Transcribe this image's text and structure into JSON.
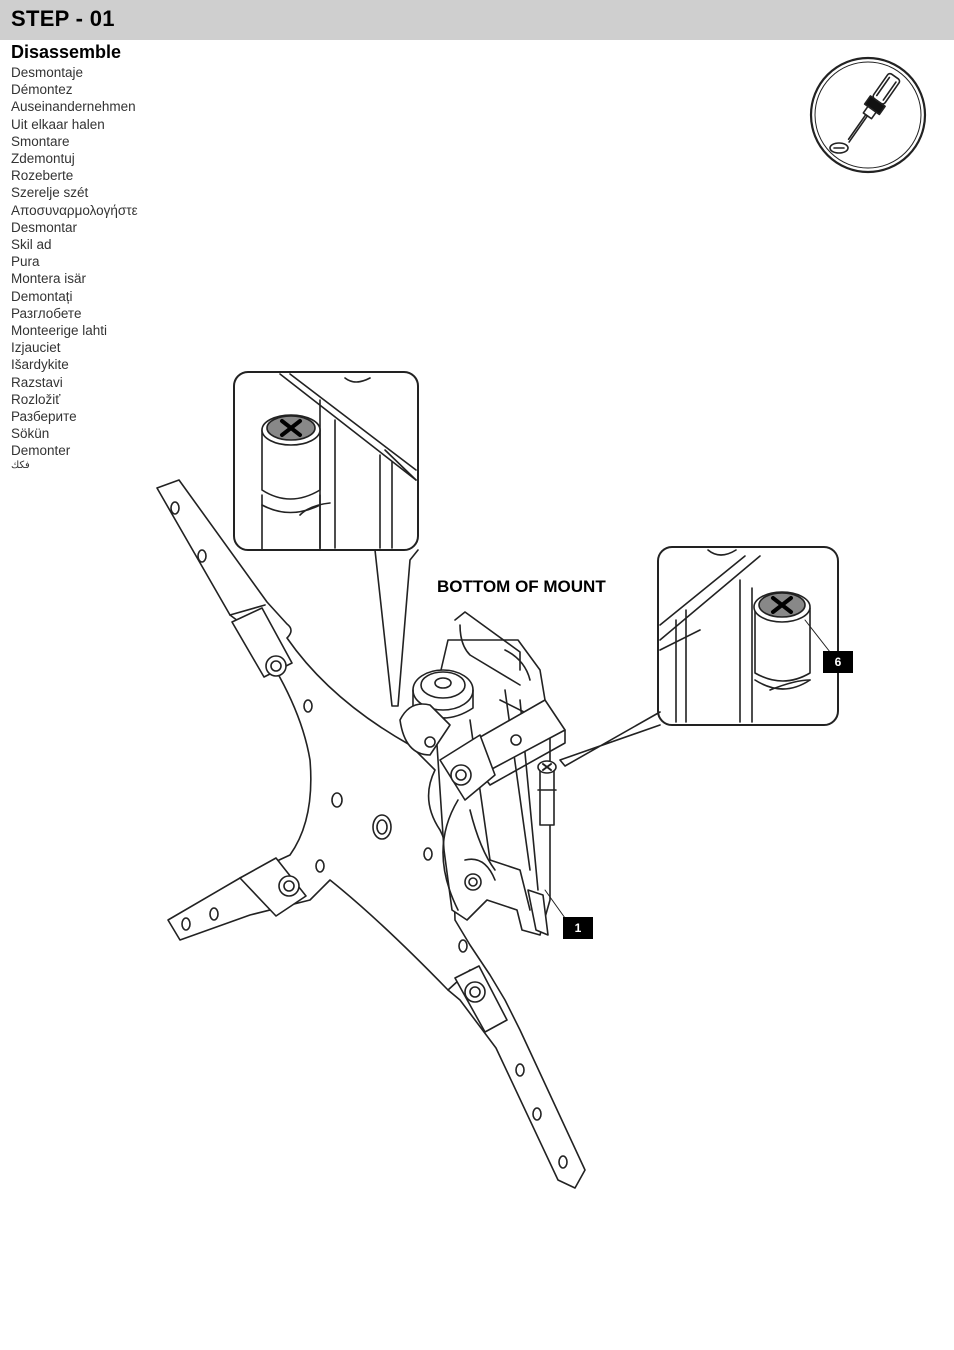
{
  "header": {
    "step_title": "STEP - 01",
    "subtitle": "Disassemble"
  },
  "translations": [
    "Desmontaje",
    "Démontez",
    "Auseinandernehmen",
    "Uit elkaar halen",
    "Smontare",
    "Zdemontuj",
    "Rozeberte",
    "Szerelje szét",
    "Αποσυναρμολογήστε",
    "Desmontar",
    "Skil ad",
    "Pura",
    "Montera isär",
    "Demontați",
    "Разглобете",
    "Monteerige lahti",
    "Izjauciet",
    "Išardykite",
    "Razstavi",
    "Rozložiť",
    "Разберите",
    "Sökün",
    "Demonter",
    "فكك"
  ],
  "diagram": {
    "caption": "BOTTOM OF MOUNT",
    "callouts": [
      "6",
      "1"
    ],
    "tool_icon": "screwdriver-icon",
    "colors": {
      "header_bg": "#cfcfcf",
      "callout_bg": "#000000",
      "line": "#222222"
    }
  }
}
